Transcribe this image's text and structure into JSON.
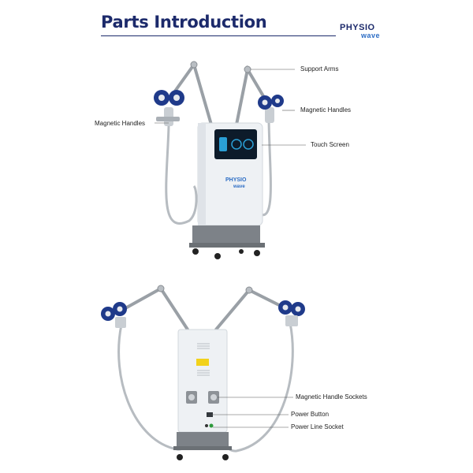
{
  "header": {
    "title": "Parts Introduction",
    "logo_line1": "PHYSIO",
    "logo_line2": "wave"
  },
  "front_view": {
    "screen_logo_line1": "PHYSIO",
    "screen_logo_line2": "wave",
    "labels": {
      "support_arms": "Support Arms",
      "magnetic_handles_right": "Magnetic Handles",
      "magnetic_handles_left": "Magnetic Handles",
      "touch_screen": "Touch Screen"
    }
  },
  "back_view": {
    "labels": {
      "handle_sockets": "Magnetic Handle Sockets",
      "power_button": "Power Button",
      "power_line_socket": "Power Line Socket"
    }
  },
  "colors": {
    "title": "#1c2a6b",
    "logo_accent": "#2b6cc4",
    "handle_blue": "#1f3a8a",
    "device_body": "#eef1f4",
    "base_gray": "#7d8288",
    "screen_dark": "#0d1b2a"
  }
}
